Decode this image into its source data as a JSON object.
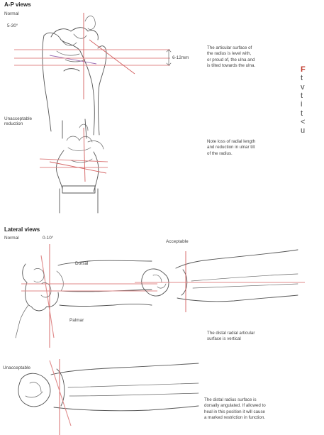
{
  "ap": {
    "heading": "A-P views",
    "normal_label": "Normal",
    "angle_label": "5-30°",
    "measure_label": "6-12mm",
    "normal_caption": "The articular surface of\nthe radius is level with,\nor proud of, the ulna and\nis tilted towards the ulna.",
    "unacceptable_label": "Unacceptable\nreduction",
    "unacceptable_caption": "Note loss of radial length\nand reduction in ulnar tilt\nof the radius."
  },
  "lateral": {
    "heading": "Lateral views",
    "normal_label": "Normal",
    "angle_label": "0-10°",
    "acceptable_label": "Acceptable",
    "dorsal_label": "Dorsal",
    "palmar_label": "Palmar",
    "normal_caption": "The distal radial articular\nsurface is vertical",
    "unacceptable_label": "Unacceptable",
    "unacceptable_caption": "The distal radius surface is\ndorsally angulated. If allowed to\nheal in this position it will cause\na marked restriction in function."
  },
  "side_text": {
    "fig_label": "F",
    "body": "t\nv\nt\ni\nt\n<\nu"
  },
  "colors": {
    "guide_line": "#e08a8a",
    "bone_outline": "#555555",
    "fig_accent": "#c0392b"
  }
}
